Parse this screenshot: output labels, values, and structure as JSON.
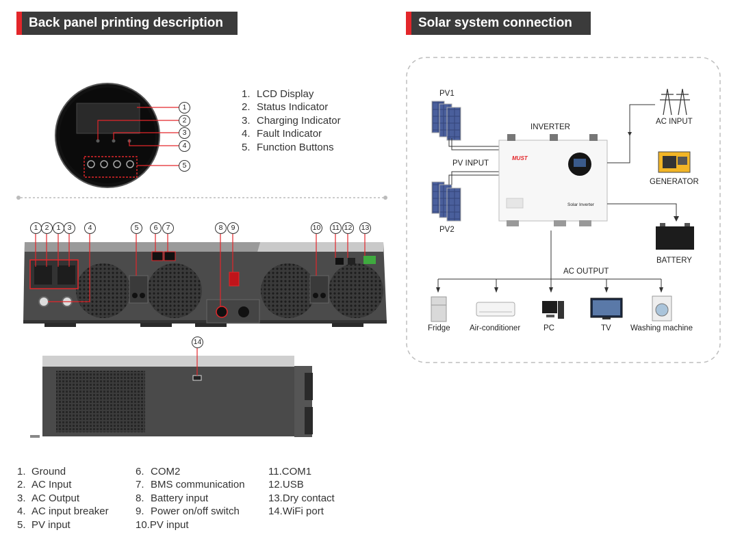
{
  "headers": {
    "back_panel": "Back panel printing description",
    "solar": "Solar system connection"
  },
  "display_items": [
    {
      "num": "1.",
      "label": "LCD Display"
    },
    {
      "num": "2.",
      "label": "Status Indicator"
    },
    {
      "num": "3.",
      "label": "Charging Indicator"
    },
    {
      "num": "4.",
      "label": "Fault Indicator"
    },
    {
      "num": "5.",
      "label": "Function Buttons"
    }
  ],
  "callouts_display": [
    "1",
    "2",
    "3",
    "4",
    "5"
  ],
  "callouts_panel": [
    "1",
    "2",
    "1",
    "3",
    "4",
    "5",
    "6",
    "7",
    "8",
    "9",
    "10",
    "11",
    "12",
    "13"
  ],
  "callout_side": "14",
  "panel_col1": [
    {
      "num": "1.",
      "label": "Ground"
    },
    {
      "num": "2.",
      "label": "AC Input"
    },
    {
      "num": "3.",
      "label": "AC Output"
    },
    {
      "num": "4.",
      "label": "AC input breaker"
    },
    {
      "num": "5.",
      "label": "PV input"
    }
  ],
  "panel_col2": [
    {
      "num": "6.",
      "label": "COM2"
    },
    {
      "num": "7.",
      "label": "BMS communication"
    },
    {
      "num": "8.",
      "label": "Battery input"
    },
    {
      "num": "9.",
      "label": "Power on/off switch"
    },
    {
      "num": "10.",
      "label": "PV input"
    }
  ],
  "panel_col3": [
    {
      "num": "11.",
      "label": "COM1"
    },
    {
      "num": "12.",
      "label": "USB"
    },
    {
      "num": "13.",
      "label": "Dry contact"
    },
    {
      "num": "14.",
      "label": "WiFi port"
    }
  ],
  "solar_labels": {
    "pv1": "PV1",
    "pv2": "PV2",
    "pv_input": "PV INPUT",
    "inverter": "INVERTER",
    "ac_input": "AC INPUT",
    "generator": "GENERATOR",
    "battery": "BATTERY",
    "ac_output": "AC OUTPUT",
    "brand": "MUST",
    "solar_inverter": "Solar Inverter"
  },
  "appliances": [
    "Fridge",
    "Air-conditioner",
    "PC",
    "TV",
    "Washing machine"
  ],
  "colors": {
    "accent": "#e3262a",
    "header_bg": "#3b3b3b",
    "panel": "#4a4a4a",
    "fan": "#2b2b2b"
  }
}
